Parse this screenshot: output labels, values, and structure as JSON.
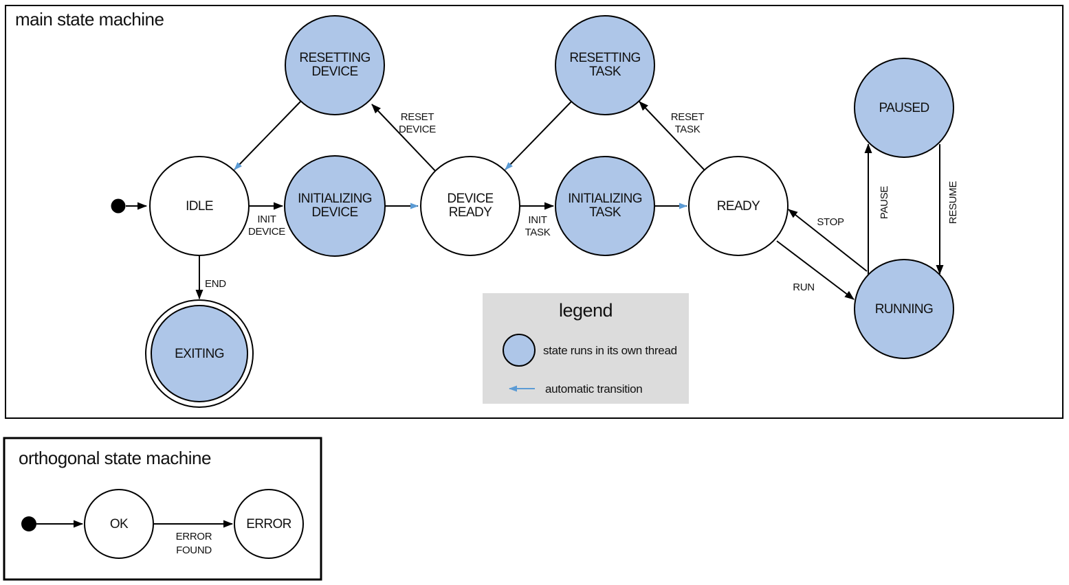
{
  "main_panel": {
    "title": "main state machine",
    "states": {
      "idle": {
        "label": "IDLE"
      },
      "resetting_device": {
        "line1": "RESETTING",
        "line2": "DEVICE"
      },
      "initializing_device": {
        "line1": "INITIALIZING",
        "line2": "DEVICE"
      },
      "device_ready": {
        "line1": "DEVICE",
        "line2": "READY"
      },
      "resetting_task": {
        "line1": "RESETTING",
        "line2": "TASK"
      },
      "initializing_task": {
        "line1": "INITIALIZING",
        "line2": "TASK"
      },
      "ready": {
        "label": "READY"
      },
      "paused": {
        "label": "PAUSED"
      },
      "running": {
        "label": "RUNNING"
      },
      "exiting": {
        "label": "EXITING"
      }
    },
    "transitions": {
      "init_device": {
        "line1": "INIT",
        "line2": "DEVICE"
      },
      "reset_device": {
        "line1": "RESET",
        "line2": "DEVICE"
      },
      "init_task": {
        "line1": "INIT",
        "line2": "TASK"
      },
      "reset_task": {
        "line1": "RESET",
        "line2": "TASK"
      },
      "run": "RUN",
      "stop": "STOP",
      "pause": "PAUSE",
      "resume": "RESUME",
      "end": "END"
    }
  },
  "legend": {
    "title": "legend",
    "thread_label": "state runs in its own thread",
    "auto_label": "automatic transition"
  },
  "orthogonal_panel": {
    "title": "orthogonal state machine",
    "states": {
      "ok": {
        "label": "OK"
      },
      "error": {
        "label": "ERROR"
      }
    },
    "transitions": {
      "error_found": {
        "line1": "ERROR",
        "line2": "FOUND"
      }
    }
  },
  "colors": {
    "thread_fill": "#aec6e8",
    "auto_transition": "#5b9bd5",
    "legend_bg": "#dcdcdc",
    "line": "#000000"
  }
}
